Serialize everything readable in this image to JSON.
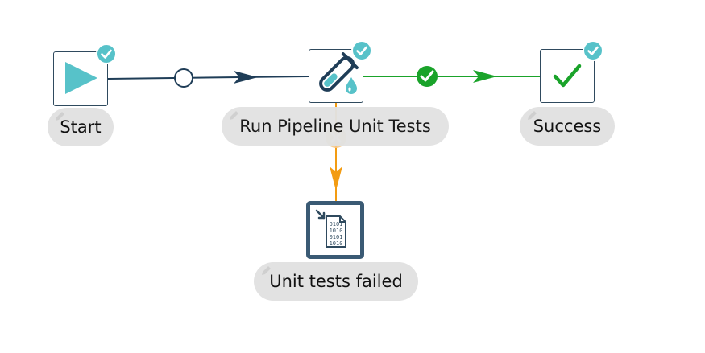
{
  "workflow": {
    "nodes": [
      {
        "id": "start",
        "label": "Start",
        "icon": "play-icon"
      },
      {
        "id": "run-tests",
        "label": "Run Pipeline Unit Tests",
        "icon": "test-tube-icon"
      },
      {
        "id": "success",
        "label": "Success",
        "icon": "checkmark-icon"
      },
      {
        "id": "failed",
        "label": "Unit tests failed",
        "icon": "write-to-log-icon"
      }
    ],
    "hops": [
      {
        "from": "Start",
        "to": "Run Pipeline Unit Tests",
        "type": "unconditional"
      },
      {
        "from": "Run Pipeline Unit Tests",
        "to": "Success",
        "type": "success"
      },
      {
        "from": "Run Pipeline Unit Tests",
        "to": "Unit tests failed",
        "type": "failure"
      }
    ],
    "colors": {
      "node_border": "#2f4a5e",
      "accent_teal": "#57c2c9",
      "hop_unconditional": "#1f3d57",
      "hop_success": "#1aa32a",
      "hop_failure": "#f39c12",
      "label_bg": "#e2e2e2"
    }
  }
}
